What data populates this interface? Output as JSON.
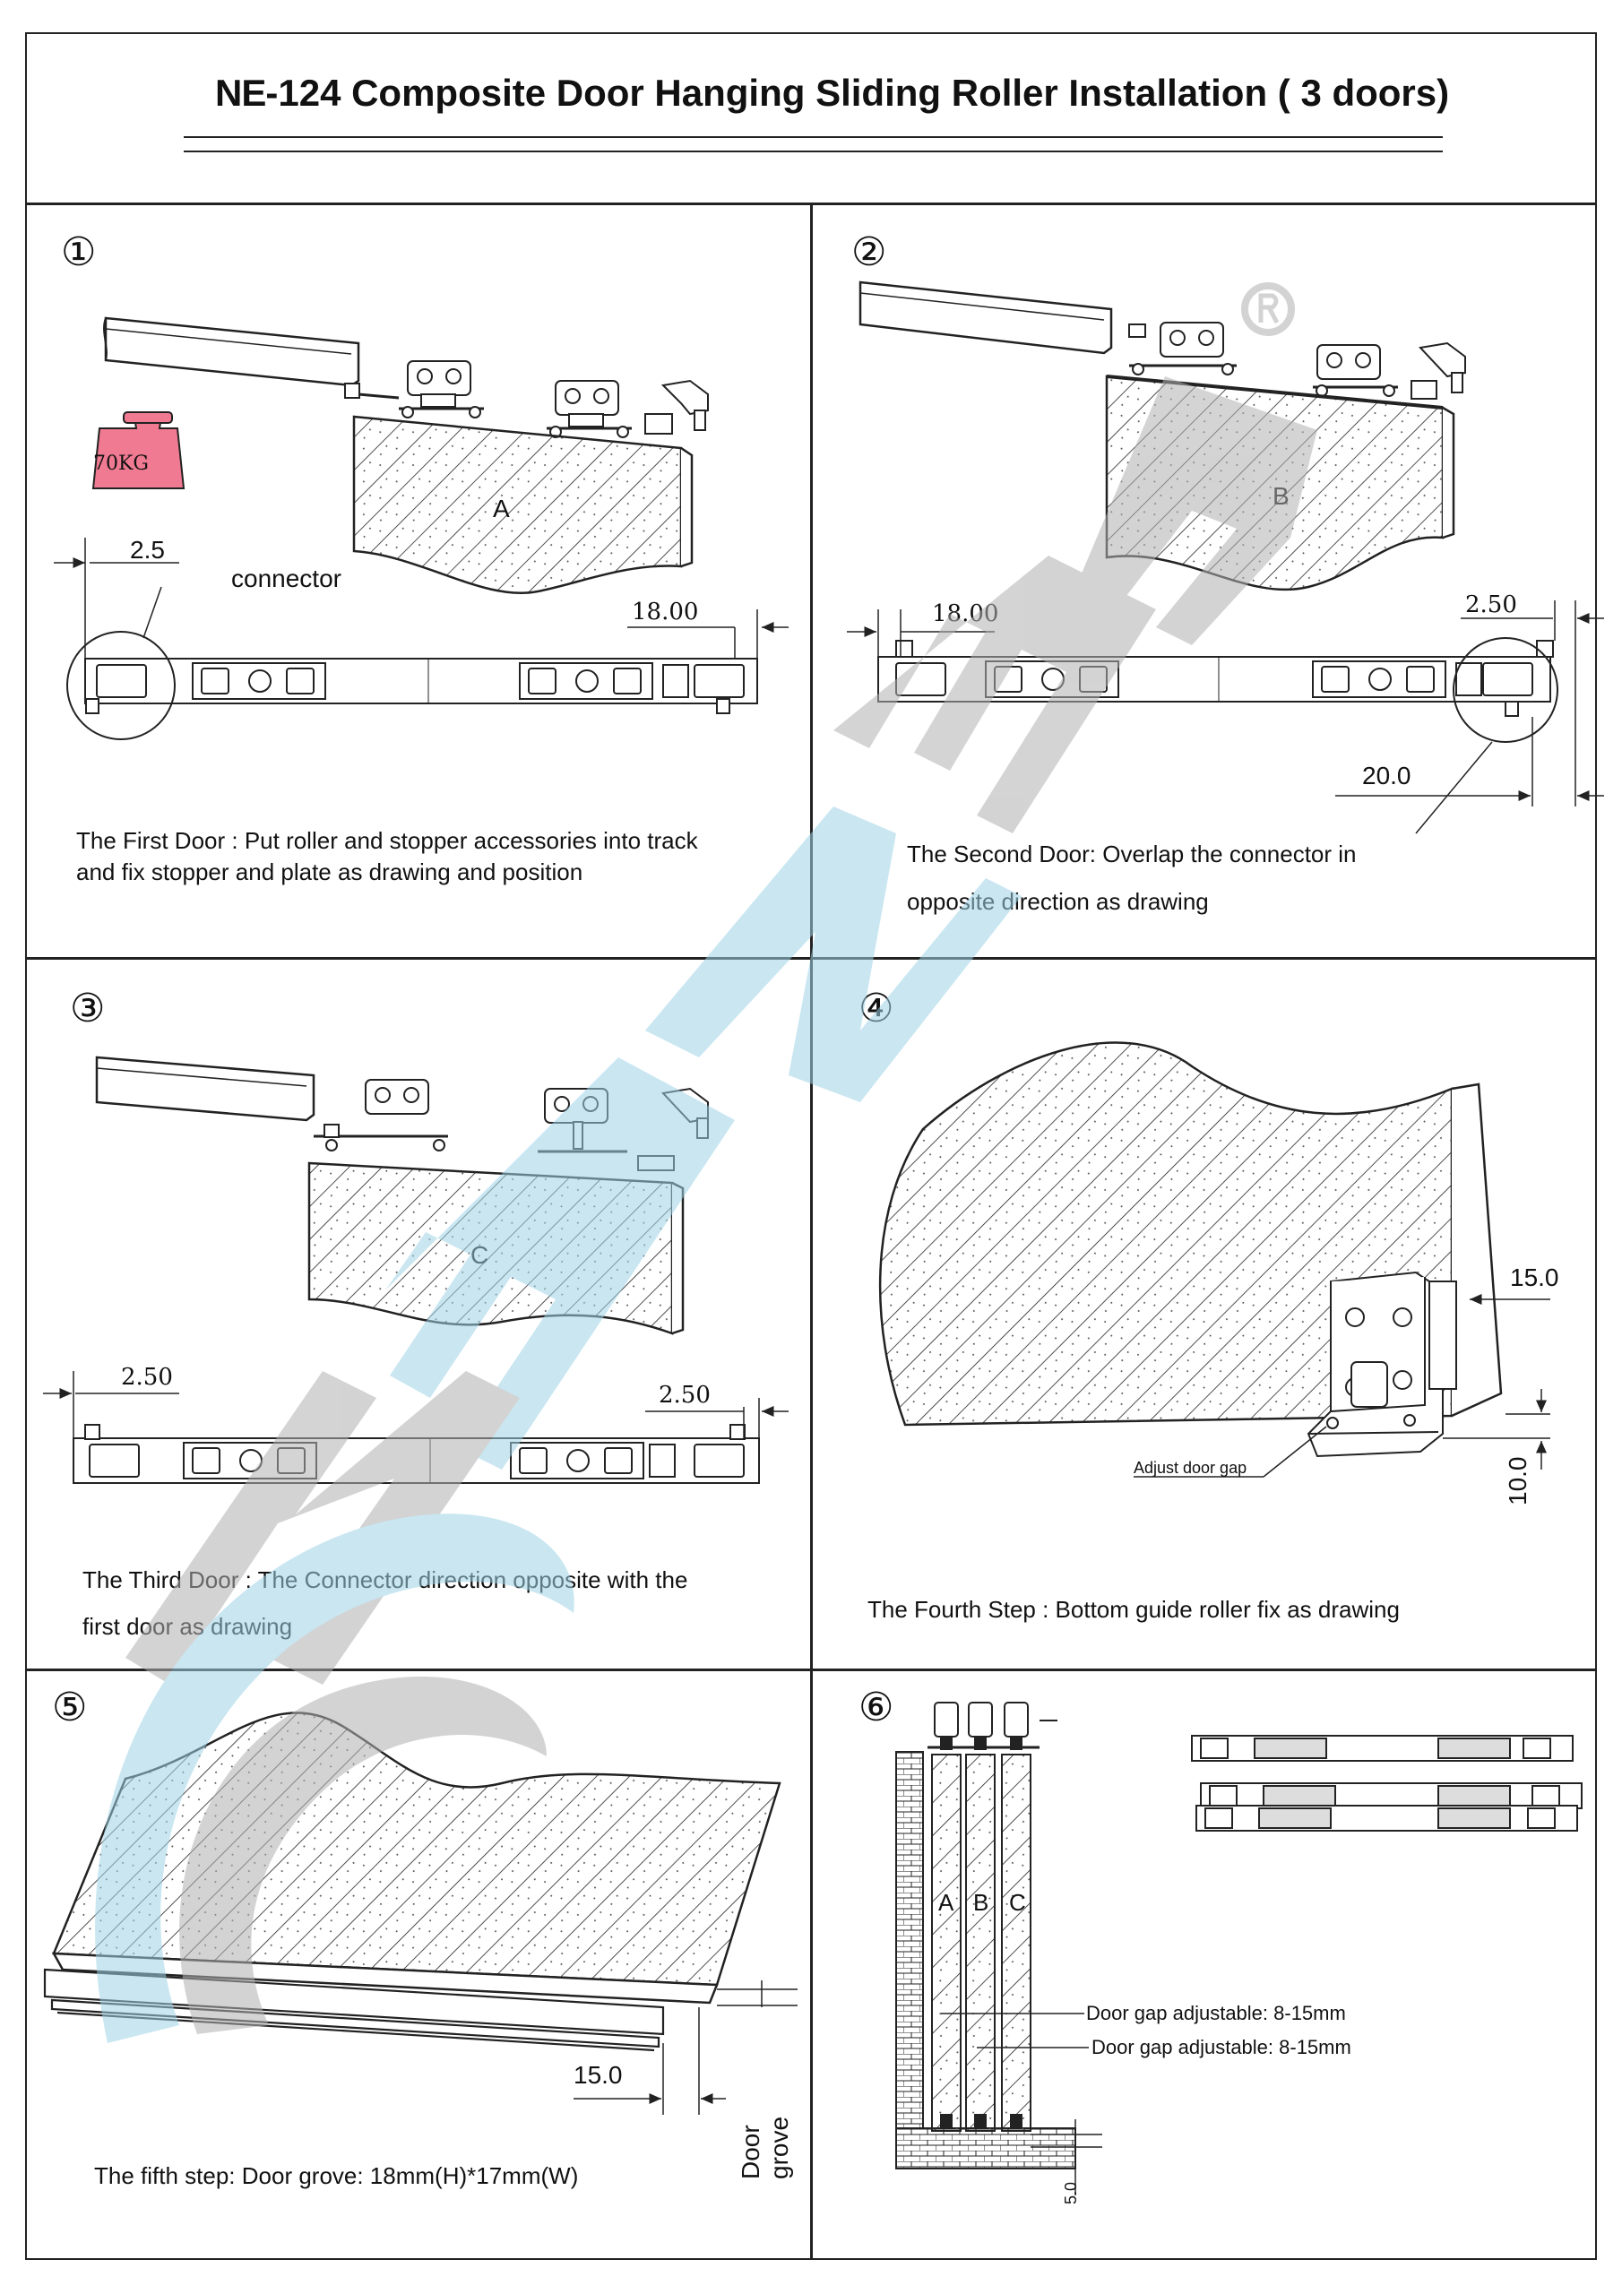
{
  "title": {
    "brand": "NE",
    "text": "-124  Composite Door Hanging Sliding Roller Installation ( 3 doors)"
  },
  "panel1": {
    "number": "①",
    "weight": "70KG",
    "door": "A",
    "dim_left": "2.5",
    "dim_right": "18.00",
    "connector": "connector",
    "caption_line1": "The First Door : Put roller and stopper accessories into track",
    "caption_line2": "and fix stopper and plate as drawing and position"
  },
  "panel2": {
    "number": "②",
    "door": "B",
    "dim_left": "18.00",
    "dim_right": "2.50",
    "dim_bottom": "20.0",
    "caption_line1": "The Second Door:  Overlap the connector in",
    "caption_line2": "opposite direction as drawing"
  },
  "panel3": {
    "number": "③",
    "door": "C",
    "dim_left": "2.50",
    "dim_right": "2.50",
    "caption_line1": "The Third Door : The Connector direction opposite with the",
    "caption_line2": "first door as drawing"
  },
  "panel4": {
    "number": "④",
    "dim_top": "15.0",
    "dim_side": "10.0",
    "gap_label": "Adjust door gap",
    "caption": "The Fourth Step : Bottom guide roller fix as drawing"
  },
  "panel5": {
    "number": "⑤",
    "dim": "15.0",
    "grove_label": "Door grove",
    "caption": "The fifth step: Door grove: 18mm(H)*17mm(W)"
  },
  "panel6": {
    "number": "⑥",
    "doors": [
      "A",
      "B",
      "C"
    ],
    "gap1": "Door gap adjustable: 8-15mm",
    "gap2": "Door gap adjustable: 8-15mm",
    "dim_bottom": "5.0"
  },
  "colors": {
    "weight_fill": "#f07a92",
    "watermark_grey": "#b0b0b0",
    "watermark_blue": "#9ed3e6"
  }
}
